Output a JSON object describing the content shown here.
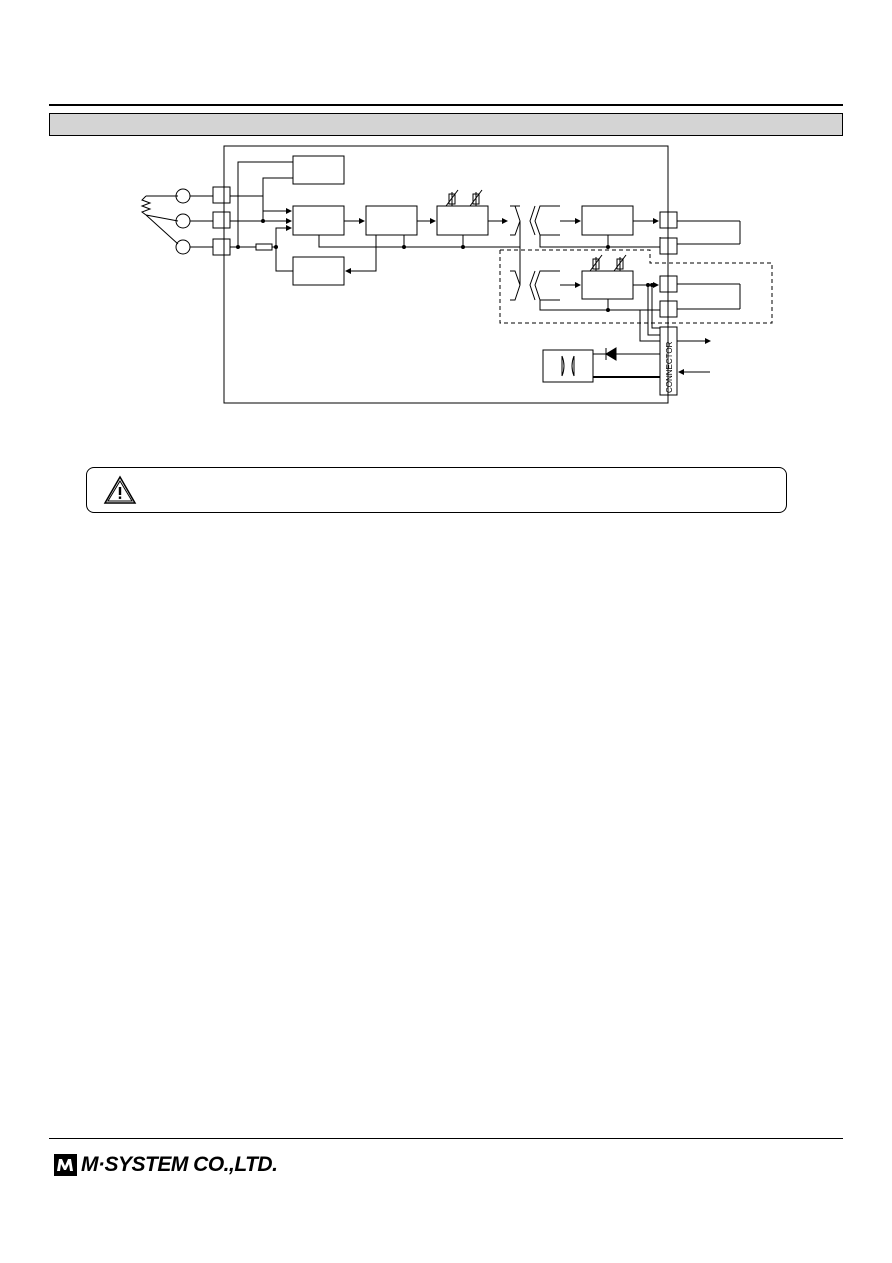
{
  "header": {
    "section_title": ""
  },
  "block_diagram": {
    "connector_label": "CONNECTOR"
  },
  "caution": {
    "icon": "warning-triangle-icon",
    "text": ""
  },
  "footer": {
    "company_name": "M·SYSTEM CO.,LTD.",
    "logo_icon": "m-system-logo-mark"
  }
}
